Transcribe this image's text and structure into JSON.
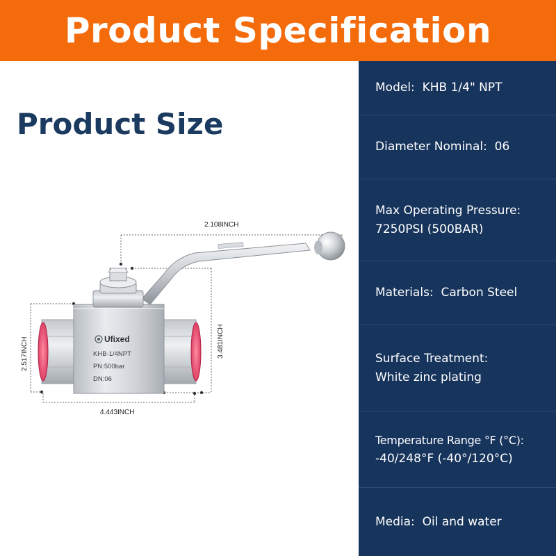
{
  "header": {
    "title": "Product Specification"
  },
  "product_size": {
    "title": "Product Size",
    "dimensions": {
      "handle_length": "2.108INCH",
      "body_height": "2.517INCH",
      "total_height": "3.481INCH",
      "body_length": "4.443INCH"
    },
    "engraving": {
      "brand": "Ufixed",
      "model": "KHB-1/4NPT",
      "pressure": "PN:500bar",
      "diameter": "DN:06"
    }
  },
  "specs": {
    "model": {
      "label": "Model:",
      "value": "KHB 1/4\" NPT"
    },
    "diameter": {
      "label": "Diameter Nominal:",
      "value": "06"
    },
    "pressure": {
      "label": "Max Operating Pressure:",
      "value": "7250PSI (500BAR)"
    },
    "materials": {
      "label": "Materials:",
      "value": "Carbon Steel"
    },
    "surface": {
      "label": "Surface Treatment:",
      "value": "White zinc plating"
    },
    "temperature": {
      "label": "Temperature Range °F (°C):",
      "value": "-40/248°F (-40°/120°C)"
    },
    "media": {
      "label": "Media:",
      "value": "Oil and water"
    }
  },
  "colors": {
    "banner": "#f46b0c",
    "panel": "#17345c",
    "title_text": "#1b3a5f"
  }
}
